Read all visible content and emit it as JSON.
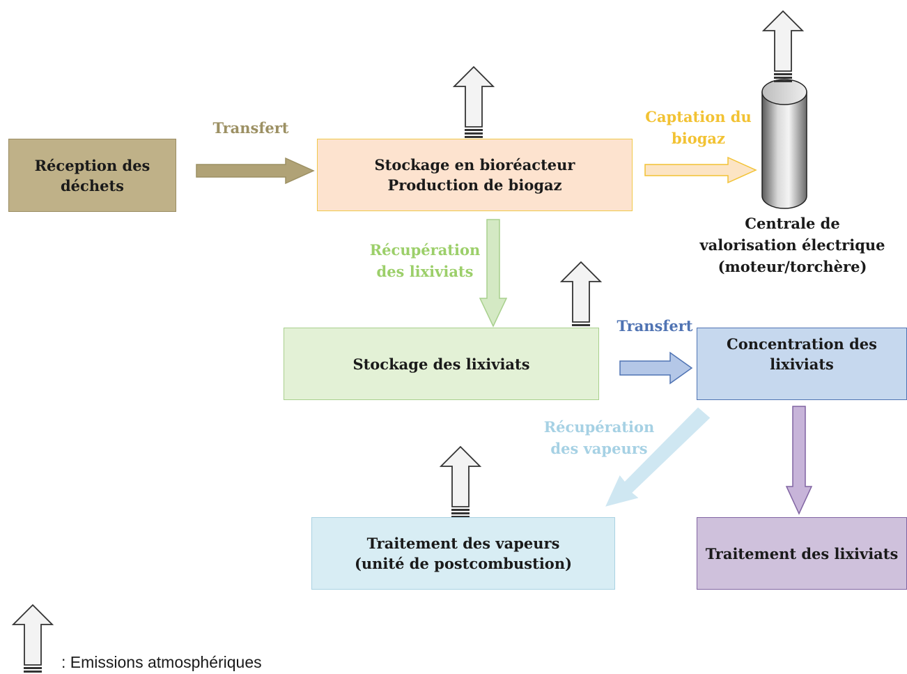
{
  "nodes": {
    "reception": [
      "Réception des",
      "déchets"
    ],
    "bioreactor": [
      "Stockage en bioréacteur",
      "Production de biogaz"
    ],
    "leachate_storage": [
      "Stockage des lixiviats"
    ],
    "concentration": [
      "Concentration des",
      "lixiviats"
    ],
    "vapor_treatment": [
      "Traitement des vapeurs",
      "(unité de postcombustion)"
    ],
    "leachate_treatment": [
      "Traitement des lixiviats"
    ],
    "power_plant": [
      "Centrale de",
      "valorisation électrique",
      "(moteur/torchère)"
    ]
  },
  "flows": {
    "transfert_1": [
      "Transfert"
    ],
    "captation": [
      "Captation du",
      "biogaz"
    ],
    "recup_lixiviats": [
      "Récupération",
      "des lixiviats"
    ],
    "transfert_2": [
      "Transfert"
    ],
    "recup_vapeurs": [
      "Récupération",
      "des vapeurs"
    ]
  },
  "legend": {
    "text": ": Emissions atmosphériques"
  },
  "colors": {
    "reception": "#bfb188",
    "bioreactor": "#fde3cf",
    "leachate_storage": "#e3f1d6",
    "concentration": "#c6d8ee",
    "vapor_treatment": "#d8edf4",
    "leachate_treatment": "#cfc1dc",
    "transfert_1": "#9c9063",
    "captation": "#f2c233",
    "recup_lixiviats": "#9ccf6a",
    "transfert_2": "#4f73b3",
    "recup_vapeurs": "#a6d1e4",
    "concentration_to_treatment": "#8064a2"
  },
  "icons": {
    "emission_arrow": "emission-arrow-icon",
    "power_plant": "cylinder-icon"
  }
}
